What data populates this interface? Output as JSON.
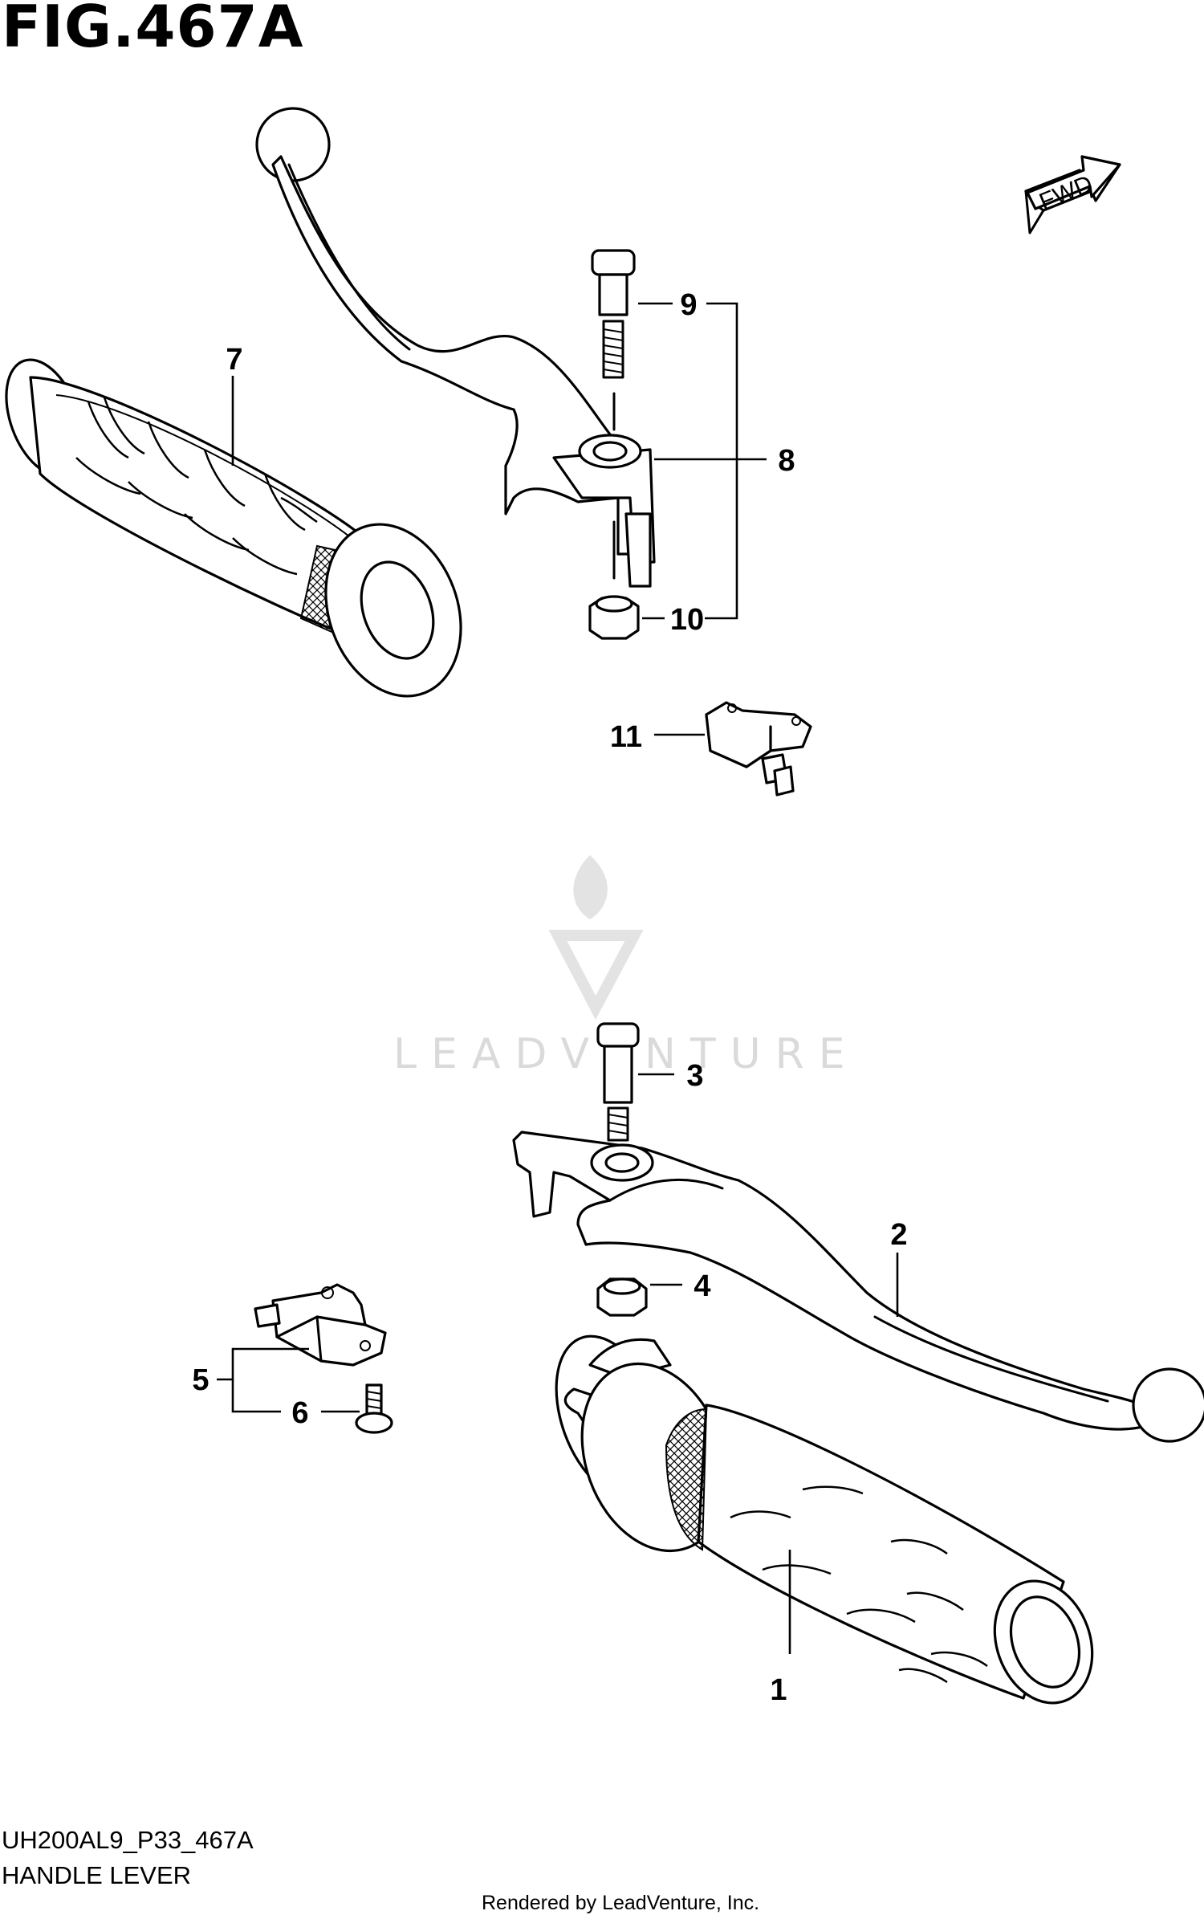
{
  "figure": {
    "title": "FIG.467A",
    "code": "UH200AL9_P33_467A",
    "name": "HANDLE LEVER",
    "rendered_by": "Rendered by LeadVenture, Inc.",
    "direction_label": "FWD"
  },
  "watermark": {
    "text": "LEADVENTURE"
  },
  "callouts": [
    {
      "id": "1",
      "label": "1"
    },
    {
      "id": "2",
      "label": "2"
    },
    {
      "id": "3",
      "label": "3"
    },
    {
      "id": "4",
      "label": "4"
    },
    {
      "id": "5",
      "label": "5"
    },
    {
      "id": "6",
      "label": "6"
    },
    {
      "id": "7",
      "label": "7"
    },
    {
      "id": "8",
      "label": "8"
    },
    {
      "id": "9",
      "label": "9"
    },
    {
      "id": "10",
      "label": "10"
    },
    {
      "id": "11",
      "label": "11"
    }
  ],
  "colors": {
    "ink": "#000000",
    "paper": "#ffffff",
    "watermark": "#d6d6d6"
  }
}
